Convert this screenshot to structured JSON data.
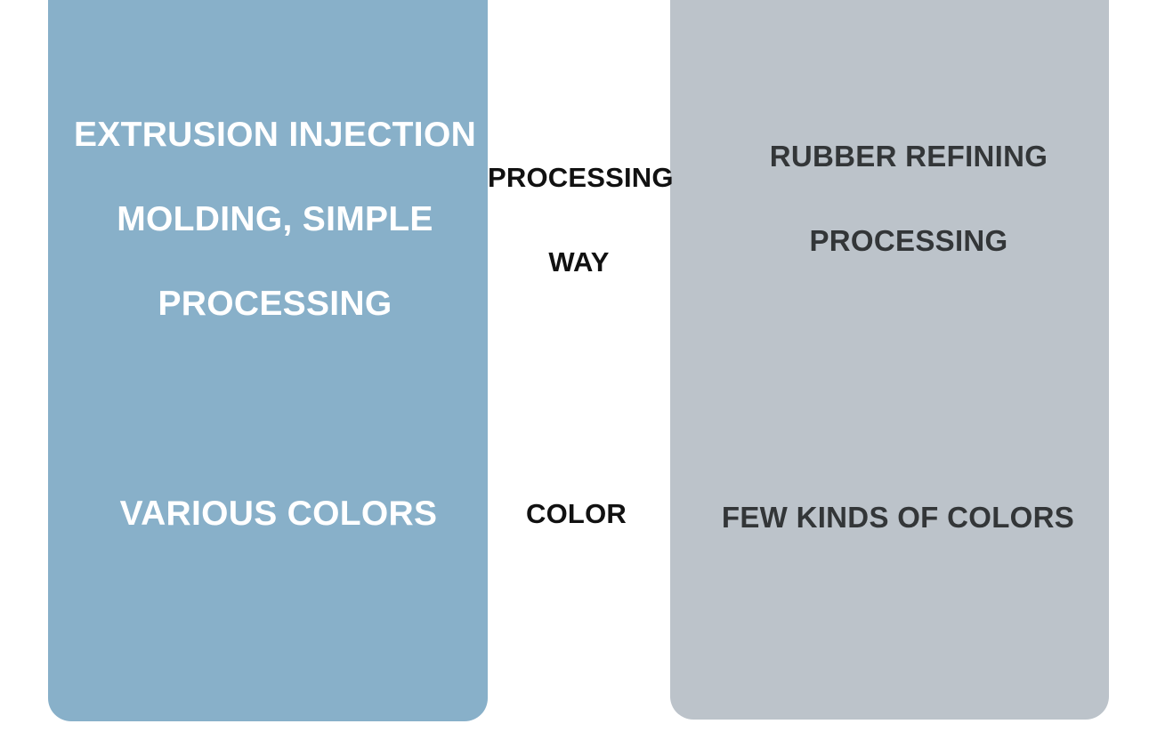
{
  "colors": {
    "left_panel": "#88b0c9",
    "right_panel": "#bcc3ca",
    "left_text": "#ffffff",
    "right_text": "#333638",
    "middle_text": "#111111"
  },
  "left": {
    "processing_lines": [
      "EXTRUSION INJECTION",
      "MOLDING, SIMPLE",
      "PROCESSING"
    ],
    "color": "VARIOUS COLORS"
  },
  "middle": {
    "processing_way_lines": [
      "PROCESSING",
      "WAY"
    ],
    "color": "COLOR"
  },
  "right": {
    "processing_lines": [
      "RUBBER REFINING",
      "PROCESSING"
    ],
    "color": "FEW KINDS OF COLORS"
  }
}
